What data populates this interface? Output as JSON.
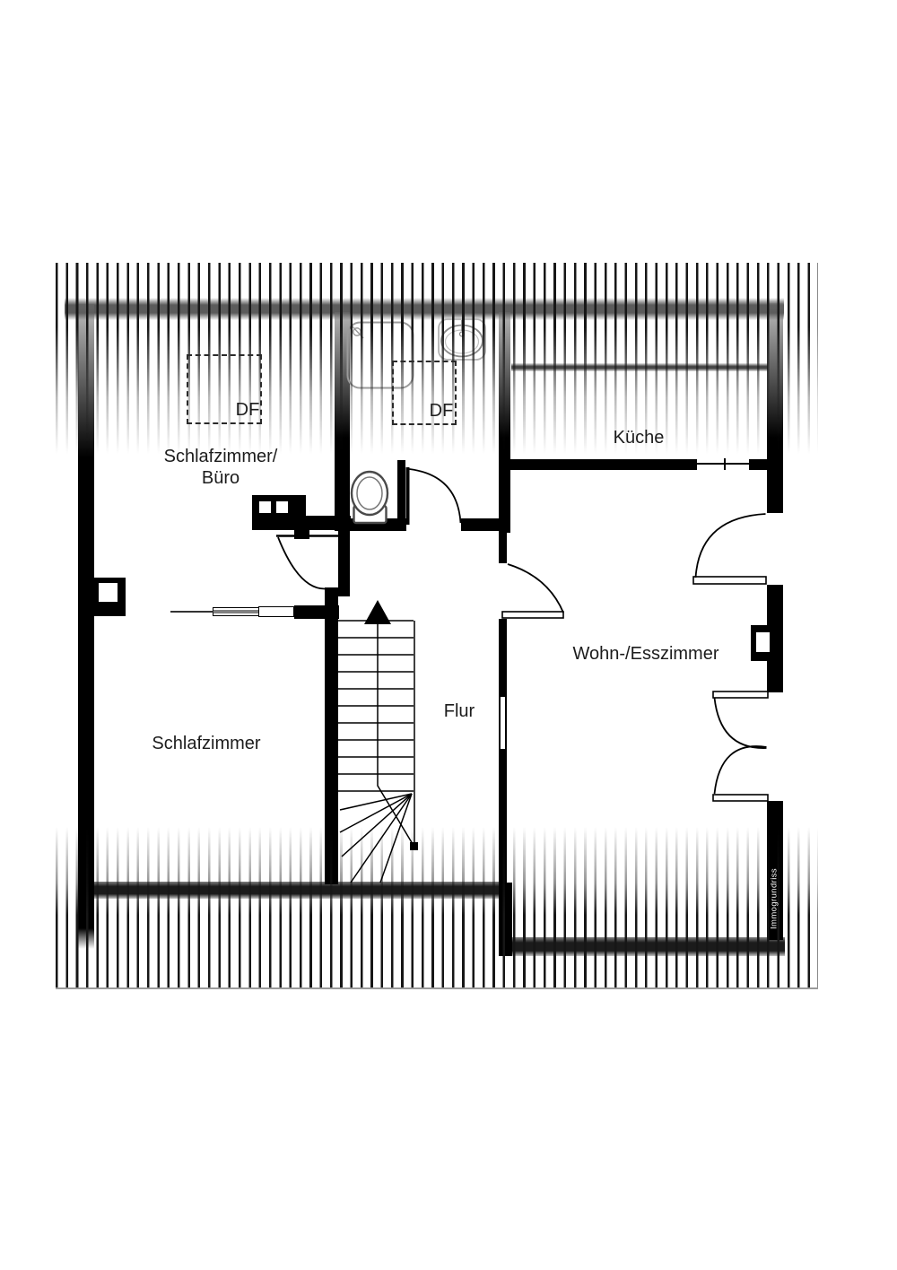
{
  "document": {
    "type": "floor-plan",
    "watermark": "Immogrundriss"
  },
  "rooms": {
    "schlafzimmer_buero": {
      "label_line1": "Schlafzimmer/",
      "label_line2": "Büro"
    },
    "kueche": {
      "label": "Küche"
    },
    "wohn_esszimmer": {
      "label": "Wohn-/Esszimmer"
    },
    "flur": {
      "label": "Flur"
    },
    "schlafzimmer": {
      "label": "Schlafzimmer"
    }
  },
  "skylights": {
    "left_label": "DF",
    "right_label": "DF"
  },
  "colors": {
    "background": "#ffffff",
    "wall": "#000000",
    "soft_wall": "#3c3c3c",
    "hatch_line": "#161616",
    "label_text": "#1c1c1c",
    "fixture_stroke": "#999999",
    "watermark_text": "#ffffff"
  }
}
